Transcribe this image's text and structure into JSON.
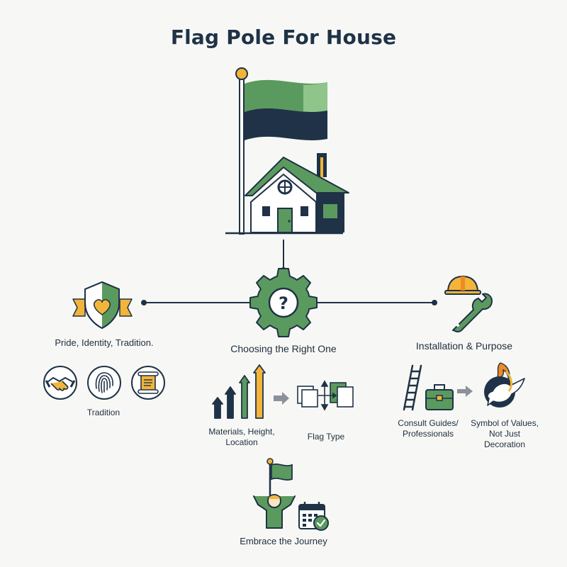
{
  "title": "Flag Pole For House",
  "sections": {
    "pride": {
      "heading": "Pride, Identity, Tradition.",
      "icons": [
        "handshake-icon",
        "fingerprint-icon",
        "scroll-icon"
      ],
      "caption": "Tradition"
    },
    "choosing": {
      "heading": "Choosing the Right One",
      "materials_caption": "Materials, Height, Location",
      "flagtype_caption": "Flag Type"
    },
    "installation": {
      "heading": "Installation & Purpose",
      "consult_caption": "Consult Guides/ Professionals",
      "symbol_caption": "Symbol of Values, Not Just Decoration"
    },
    "journey": {
      "caption": "Embrace the Journey"
    }
  },
  "colors": {
    "navy": "#1f3247",
    "green": "#5b9a5e",
    "light_green": "#8fc48a",
    "gold": "#f2b53a",
    "orange": "#f08a24",
    "background": "#f7f8f5"
  }
}
